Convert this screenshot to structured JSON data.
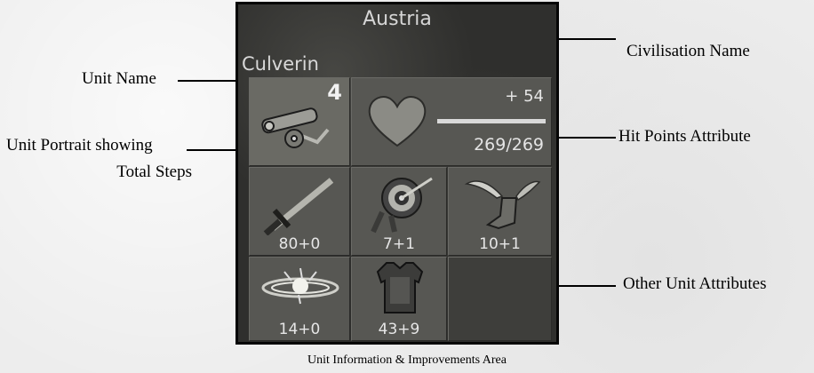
{
  "panel": {
    "civilisation": "Austria",
    "unit_name": "Culverin",
    "portrait": {
      "icon": "cannon-icon",
      "total_steps": "4"
    },
    "hit_points": {
      "icon": "heart-icon",
      "bonus": "+ 54",
      "value": "269/269",
      "fill_fraction": 1.0
    },
    "attributes": [
      {
        "icon": "sword-icon",
        "value": "80+0"
      },
      {
        "icon": "target-icon",
        "value": "7+1"
      },
      {
        "icon": "winged-boot-icon",
        "value": "10+1"
      },
      {
        "icon": "explosion-icon",
        "value": "14+0"
      },
      {
        "icon": "armor-icon",
        "value": "43+9"
      }
    ]
  },
  "annotations": {
    "unit_name": "Unit Name",
    "portrait_line1": "Unit Portrait showing",
    "portrait_line2": "Total Steps",
    "civ_name": "Civilisation Name",
    "hit_points": "Hit Points Attribute",
    "other_attrs": "Other Unit Attributes"
  },
  "caption": "Unit Information & Improvements Area"
}
